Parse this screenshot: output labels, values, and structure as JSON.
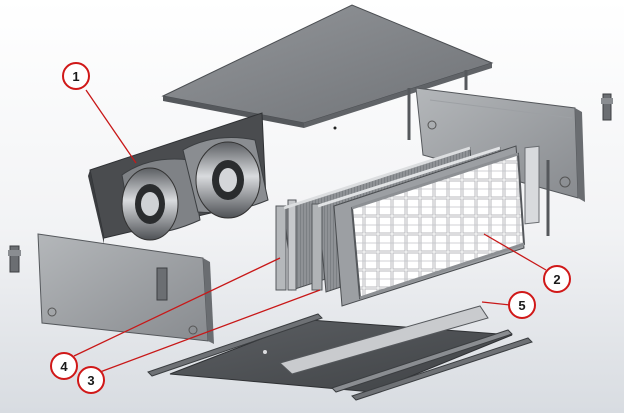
{
  "diagram": {
    "type": "exploded-view",
    "callouts": [
      {
        "label": "1"
      },
      {
        "label": "2"
      },
      {
        "label": "3"
      },
      {
        "label": "4"
      },
      {
        "label": "5"
      }
    ],
    "colors": {
      "callout_ring": "#d01818",
      "leader_line": "#c81818",
      "background_top": "#ffffff",
      "background_bottom": "#d7dbe0",
      "panel_grey": "#7d8084",
      "frame_grey": "#a9acb0",
      "dark_panel": "#4a4c4f"
    }
  }
}
